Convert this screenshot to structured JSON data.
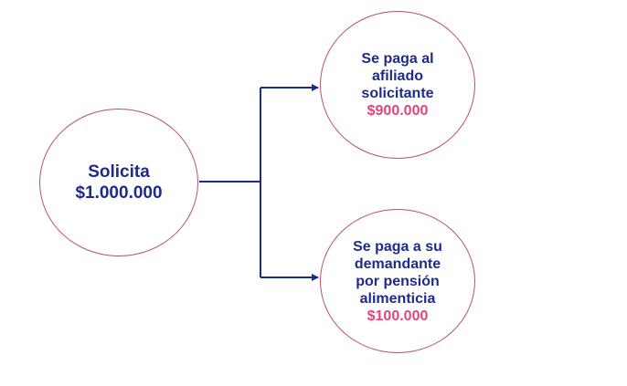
{
  "colors": {
    "connector": "#1f2b8c",
    "circle_border": "#b5506f",
    "text": "#1f2b8c",
    "amount": "#e0457a"
  },
  "source": {
    "line1": "Solicita",
    "line2": "$1.000.000"
  },
  "targets": [
    {
      "lines": [
        "Se paga al",
        "afiliado",
        "solicitante"
      ],
      "amount": "$900.000"
    },
    {
      "lines": [
        "Se paga a su",
        "demandante",
        "por pensión",
        "alimenticia"
      ],
      "amount": "$100.000"
    }
  ]
}
